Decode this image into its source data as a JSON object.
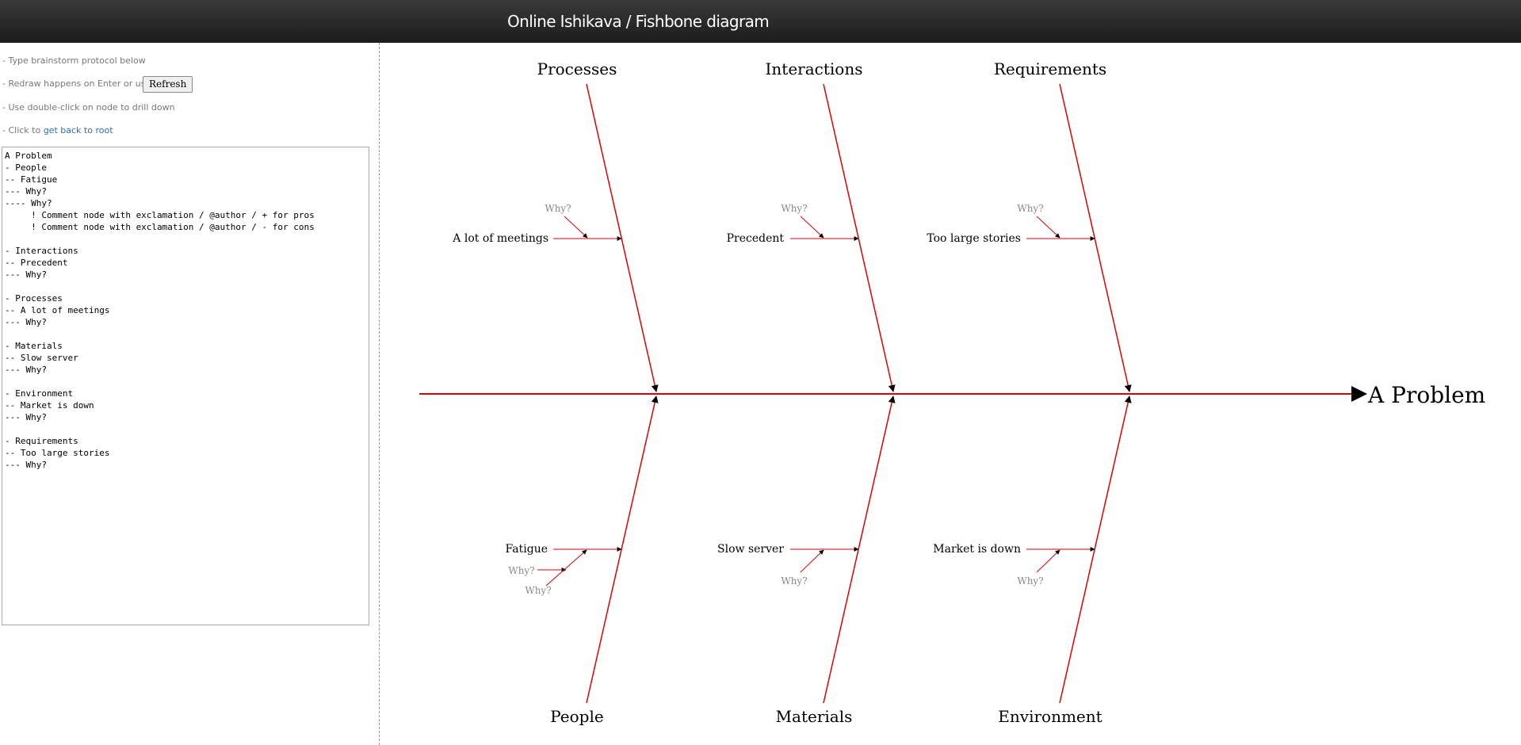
{
  "header": {
    "title": "Online Ishikava / Fishbone diagram"
  },
  "help": {
    "line1": "- Type brainstorm protocol below",
    "line2_prefix": "- Redraw happens on Enter or use",
    "refresh_label": "Refresh",
    "line3": "- Use double-click on node to drill down",
    "line4_prefix": "- Click to",
    "root_link": "get back to root"
  },
  "editor": {
    "value": "A Problem\n- People\n-- Fatigue\n--- Why?\n---- Why?\n     ! Comment node with exclamation / @author / + for pros\n     ! Comment node with exclamation / @author / - for cons\n\n- Interactions\n-- Precedent\n--- Why?\n\n- Processes\n-- A lot of meetings\n--- Why?\n\n- Materials\n-- Slow server\n--- Why?\n\n- Environment\n-- Market is down\n--- Why?\n\n- Requirements\n-- Too large stories\n--- Why?"
  },
  "diagram": {
    "problem": "A Problem",
    "line_color": "#e00000",
    "top_categories": [
      {
        "name": "Processes",
        "cause": "A lot of meetings",
        "why": "Why?"
      },
      {
        "name": "Interactions",
        "cause": "Precedent",
        "why": "Why?"
      },
      {
        "name": "Requirements",
        "cause": "Too large stories",
        "why": "Why?"
      }
    ],
    "bottom_categories": [
      {
        "name": "People",
        "cause": "Fatigue",
        "why": "Why?",
        "why2": "Why?"
      },
      {
        "name": "Materials",
        "cause": "Slow server",
        "why": "Why?"
      },
      {
        "name": "Environment",
        "cause": "Market is down",
        "why": "Why?"
      }
    ]
  }
}
